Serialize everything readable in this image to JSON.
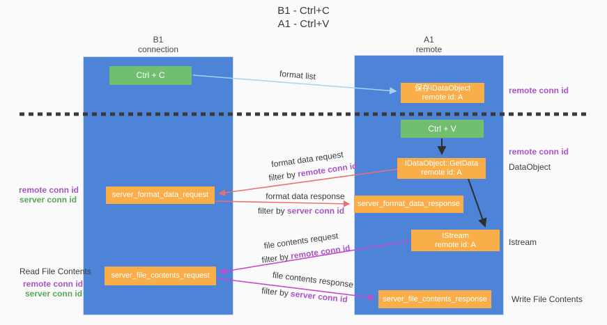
{
  "title": {
    "line1": "B1 - Ctrl+C",
    "line2": "A1 - Ctrl+V"
  },
  "lanes": {
    "b1": {
      "name": "B1",
      "role": "connection"
    },
    "a1": {
      "name": "A1",
      "role": "remote"
    }
  },
  "nodes": {
    "ctrl_c": {
      "label": "Ctrl + C"
    },
    "clipboard_object": {
      "line1": "保存IDataObject",
      "line2": "remote id: A"
    },
    "ctrl_v": {
      "label": "Ctrl + V"
    },
    "getdata": {
      "line1": "IDataObject::GetData",
      "line2": "remote id: A"
    },
    "format_request": {
      "label": "server_format_data_request"
    },
    "format_response": {
      "label": "server_format_data_response"
    },
    "istream": {
      "line1": "IStream",
      "line2": "remote id: A"
    },
    "file_request": {
      "label": "server_file_contents_request"
    },
    "file_response": {
      "label": "server_file_contents_response"
    }
  },
  "flow_labels": {
    "format_list": "format list",
    "format_request": {
      "title": "format data request",
      "filter_prefix": "filter by ",
      "filter_key": "remote conn id"
    },
    "format_response": {
      "title": "format data response",
      "filter_prefix": "filter by ",
      "filter_key": "server conn id"
    },
    "file_request": {
      "title": "file contents request",
      "filter_prefix": "filter by ",
      "filter_key": "remote conn id"
    },
    "file_response": {
      "title": "file contents response",
      "filter_prefix": "filter by ",
      "filter_key": "server conn id"
    }
  },
  "side_labels": {
    "left": {
      "format_remote_conn": "remote conn id",
      "format_server_conn": "server conn id",
      "read_file_contents": "Read File Contents",
      "file_remote_conn": "remote conn id",
      "file_server_conn": "server conn id"
    },
    "right": {
      "clipboard_remote_conn": "remote conn id",
      "getdata_remote_conn": "remote conn id",
      "dataobject": "DataObject",
      "istream": "Istream",
      "write_file_contents": "Write File Contents"
    }
  },
  "colors": {
    "lane_blue": "#4d84d8",
    "box_green": "#71bf6e",
    "box_orange": "#f9ae49",
    "arrow_red": "#e87272",
    "arrow_magenta": "#c94ac9",
    "arrow_lightblue": "#a7d3f0",
    "arrow_black": "#2f2f2f",
    "label_purple": "#a855c8",
    "label_green": "#57a957",
    "divider_dark": "#3a3a3a"
  }
}
